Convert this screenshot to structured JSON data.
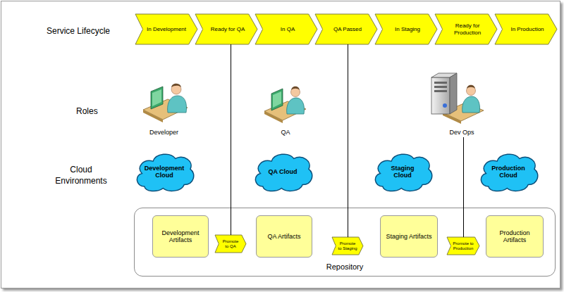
{
  "diagram": {
    "nodes": [
      {
        "text": [
          "In Development"
        ]
      },
      {
        "text": [
          "Ready for QA"
        ]
      },
      {
        "text": [
          "In QA"
        ]
      },
      {
        "text": [
          "QA Passed"
        ]
      },
      {
        "text": [
          "In Staging"
        ]
      },
      {
        "text": [
          "Ready for Production"
        ]
      },
      {
        "text": [
          "In Production"
        ]
      },
      {
        "text": [
          "Developer"
        ]
      },
      {
        "text": [
          "QA"
        ]
      },
      {
        "text": [
          "Dev Ops"
        ]
      },
      {
        "text": [
          "Development Cloud"
        ]
      },
      {
        "text": [
          "QA Cloud"
        ]
      },
      {
        "text": [
          "Staging Cloud"
        ]
      },
      {
        "text": [
          "Production Cloud"
        ]
      },
      {
        "text": [
          "Repository"
        ]
      },
      {
        "text": [
          "Development Artifacts"
        ],
        "in": 14
      },
      {
        "text": [
          "Promote to QA"
        ],
        "in": 14
      },
      {
        "text": [
          "QA Artifacts"
        ],
        "in": 14
      },
      {
        "text": [
          "Promote to Staging"
        ],
        "in": 14
      },
      {
        "text": [
          "Staging Artifacts"
        ],
        "in": 14
      },
      {
        "text": [
          "Promote to Production"
        ],
        "in": 14
      },
      {
        "text": [
          "Production Artifacts"
        ],
        "in": 14
      }
    ],
    "edges": [
      {
        "from": 1,
        "to": 16,
        "arrow": "none"
      },
      {
        "from": 3,
        "to": 18,
        "arrow": "none"
      },
      {
        "from": 9,
        "to": 20,
        "arrow": "none"
      }
    ],
    "labels": [
      "Service Lifecycle",
      "Roles",
      "Cloud Environments"
    ]
  }
}
